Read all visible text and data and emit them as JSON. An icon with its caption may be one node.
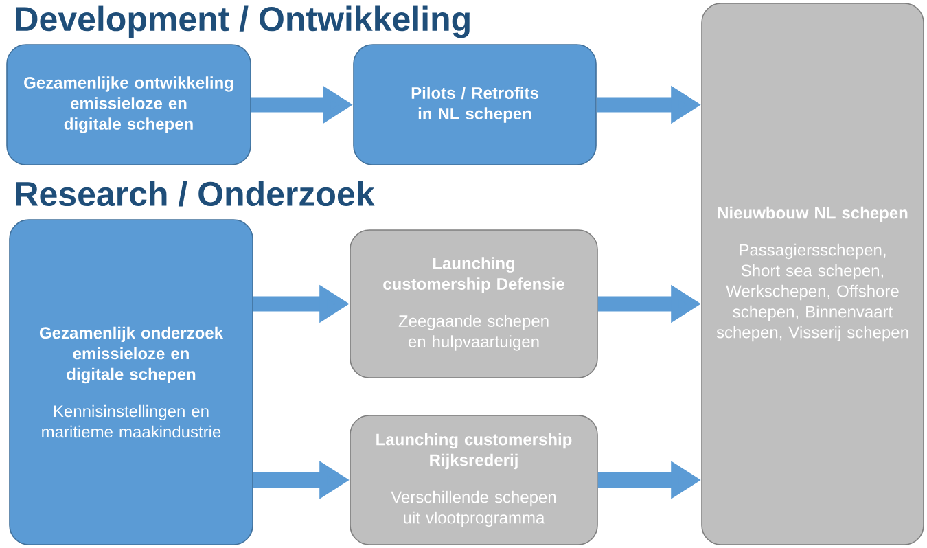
{
  "diagram": {
    "nodes": [
      {
        "text": [
          "Gezamenlijke ontwikkeling emissieloze en digitale schepen"
        ]
      },
      {
        "text": [
          "Pilots / Retrofits in NL schepen"
        ]
      },
      {
        "text": [
          "Nieuwbouw NL schepen",
          "Passagiersschepen, Short sea schepen, Werkschepen, Offshore schepen, Binnenvaart schepen, Visserij schepen"
        ]
      },
      {
        "text": [
          "Gezamenlijk onderzoek emissieloze en digitale schepen",
          "Kennisinstellingen en maritieme maakindustrie"
        ]
      },
      {
        "text": [
          "Launching customership Defensie",
          "Zeegaande schepen en hulpvaartuigen"
        ]
      },
      {
        "text": [
          "Launching customership Rijksrederij",
          "Verschillende schepen uit vlootprogramma"
        ]
      }
    ],
    "edges": [
      {
        "from": 0,
        "to": 1,
        "arrow": "to"
      },
      {
        "from": 1,
        "to": 2,
        "arrow": "to"
      },
      {
        "from": 3,
        "to": 4,
        "arrow": "to"
      },
      {
        "from": 3,
        "to": 5,
        "arrow": "to"
      },
      {
        "from": 4,
        "to": 2,
        "arrow": "to"
      },
      {
        "from": 5,
        "to": 2,
        "arrow": "to"
      }
    ],
    "labels": [
      "Development / Ontwikkeling",
      "Research / Onderzoek"
    ]
  }
}
